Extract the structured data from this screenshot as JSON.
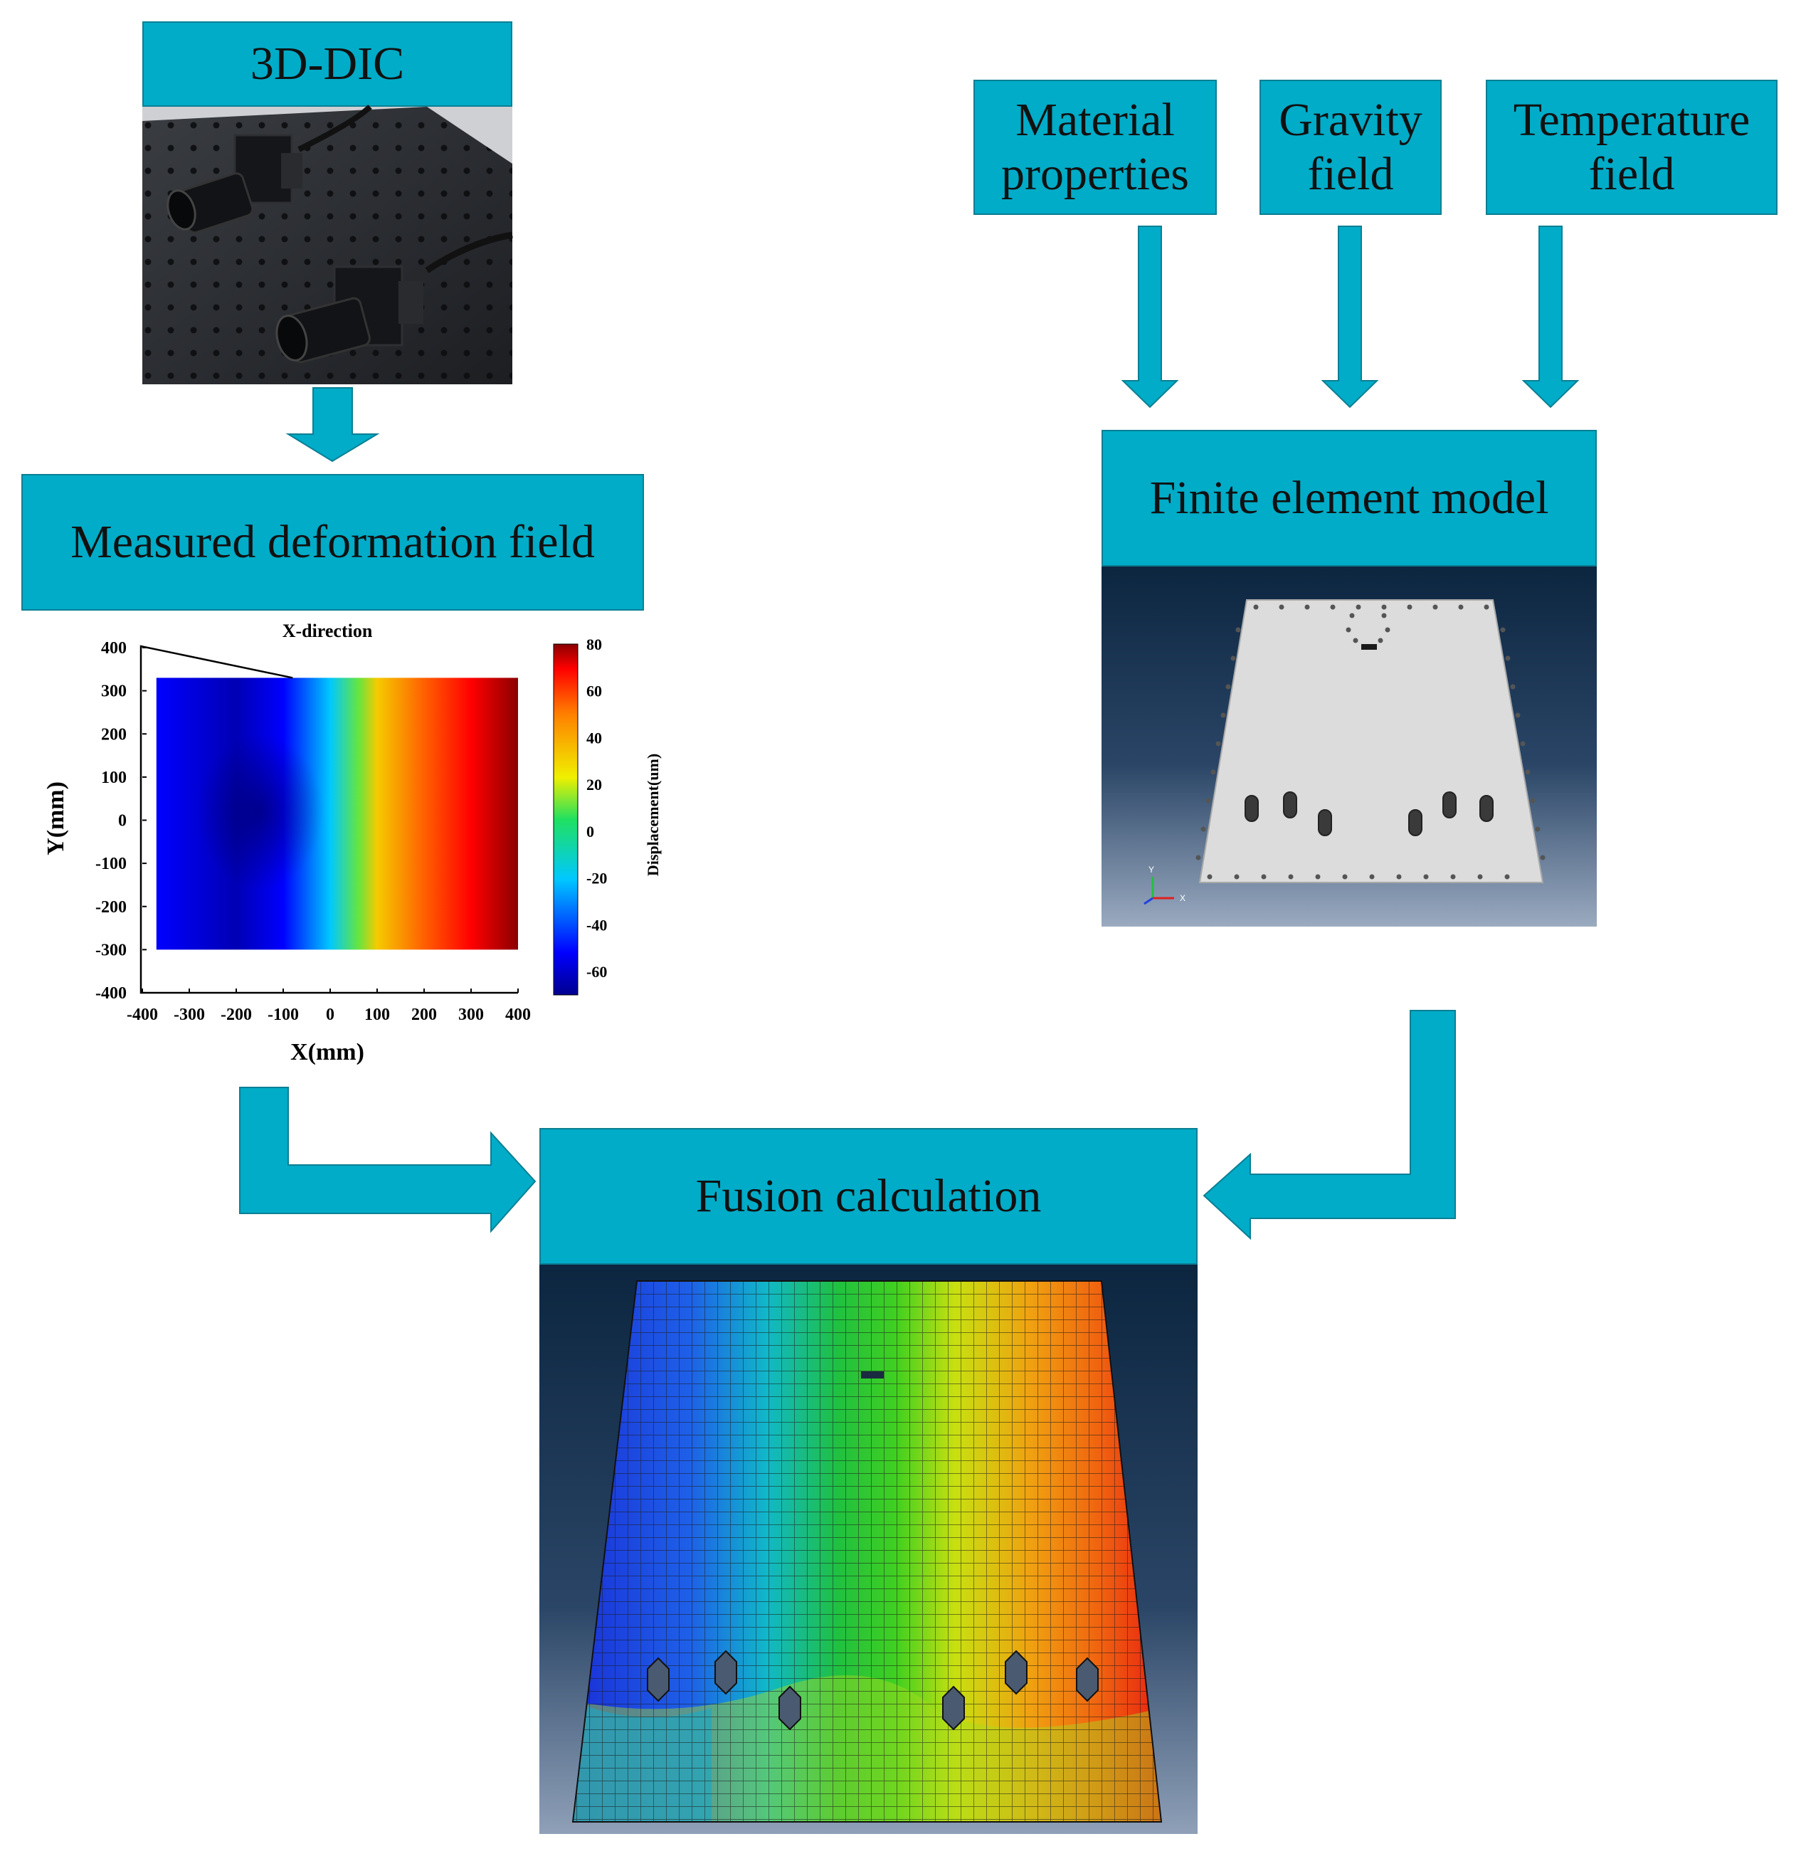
{
  "title_3ddic": "3D-DIC",
  "material_box": "Material\nproperties",
  "gravity_box": "Gravity\nfield",
  "temperature_box": "Temperature\nfield",
  "measured_box": "Measured deformation field",
  "fem_box": "Finite element model",
  "fusion_box": "Fusion calculation",
  "fem_triad": {
    "y": "Y",
    "x": "X"
  },
  "colors": {
    "box": "#00acc8",
    "box_border": "#0a7f94",
    "arrow": "#00acc8",
    "fem_bg_top": "#0c2640",
    "fem_bg_bottom": "#8ea0b8",
    "plate": "#dcdcdc"
  },
  "chart_data": {
    "type": "heatmap",
    "title": "X-direction",
    "xlabel": "X(mm)",
    "ylabel": "Y(mm)",
    "colorbar_label": "Displacement(um)",
    "xlim": [
      -400,
      400
    ],
    "ylim": [
      -400,
      400
    ],
    "xticks": [
      "-400",
      "-300",
      "-200",
      "-100",
      "0",
      "100",
      "200",
      "300",
      "400"
    ],
    "yticks": [
      "400",
      "300",
      "200",
      "100",
      "0",
      "-100",
      "-200",
      "-300",
      "-400"
    ],
    "colorbar_ticks": [
      "80",
      "60",
      "40",
      "20",
      "0",
      "-20",
      "-40",
      "-60"
    ],
    "colorbar_range": [
      -70,
      80
    ],
    "data_extent": {
      "x": [
        -370,
        400
      ],
      "y": [
        -300,
        330
      ]
    },
    "value_profile_x": [
      -370,
      -200,
      -100,
      0,
      60,
      100,
      200,
      300,
      400
    ],
    "value_profile": [
      -55,
      -65,
      -55,
      -20,
      10,
      30,
      55,
      70,
      80
    ]
  }
}
